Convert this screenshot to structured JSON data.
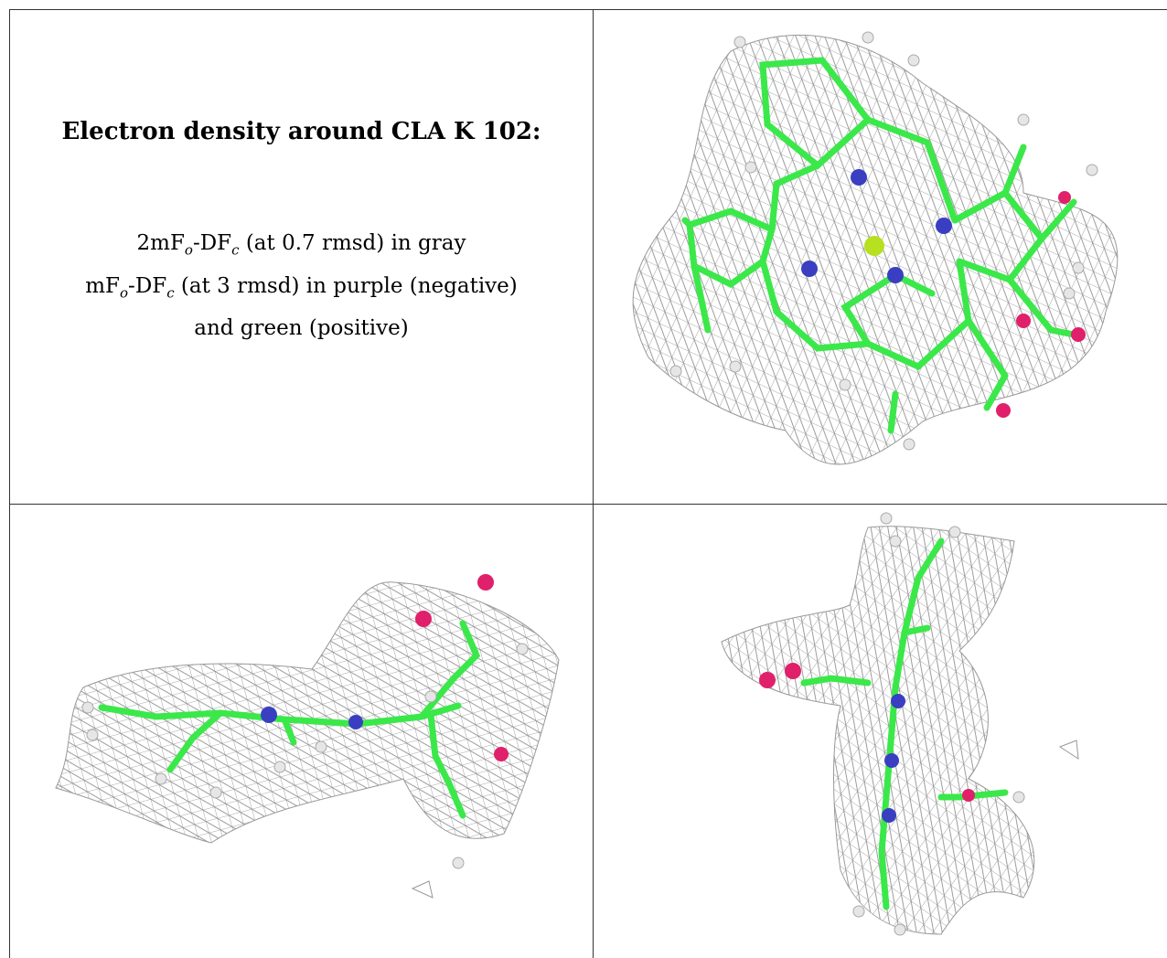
{
  "caption": {
    "title": "Electron density around CLA K 102:",
    "line1": {
      "prefix": "2mF",
      "sub1": "o",
      "mid": "-DF",
      "sub2": "c",
      "suffix": " (at 0.7 rmsd) in gray"
    },
    "line2": {
      "prefix": "mF",
      "sub1": "o",
      "mid": "-DF",
      "sub2": "c",
      "suffix": " (at 3 rmsd) in purple (negative)"
    },
    "line3": "and green (positive)"
  },
  "colors": {
    "carbon": "#3be84a",
    "nitrogen": "#3a3fc2",
    "oxygen": "#e0206a",
    "hydrogen": "#e8e8e8",
    "magnesium": "#b6e020",
    "mesh": "#8a8a8a"
  },
  "views": [
    "top-view",
    "side-view",
    "edge-view"
  ]
}
